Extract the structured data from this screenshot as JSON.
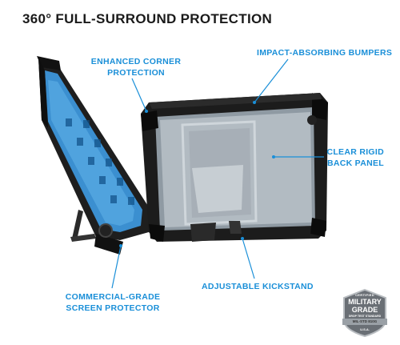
{
  "title": "360° FULL-SURROUND PROTECTION",
  "callouts": {
    "corner": [
      "ENHANCED CORNER",
      "PROTECTION"
    ],
    "bumpers": "IMPACT-ABSORBING BUMPERS",
    "back_panel": [
      "CLEAR RIGID",
      "BACK PANEL"
    ],
    "screen": [
      "COMMERCIAL-GRADE",
      "SCREEN PROTECTOR"
    ],
    "kickstand": "ADJUSTABLE KICKSTAND"
  },
  "badge": {
    "top": "CERTIFIED",
    "line1": "MILITARY",
    "line2": "GRADE",
    "sub": "DROP TEST STANDARD",
    "ribbon": "MIL-STD 810G",
    "bottom": "U.S.A."
  },
  "colors": {
    "accent": "#1a8fd8",
    "title": "#1a1a1a",
    "case": "#1c1c1c",
    "screen": "#3a8fd0"
  }
}
